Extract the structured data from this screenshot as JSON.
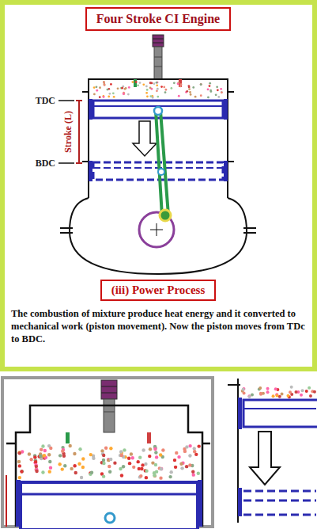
{
  "diagram": {
    "title": "Four Stroke CI Engine",
    "caption": "The combustion of mixture produce heat energy and it converted to mechanical work (piston movement). Now the piston moves from TDc to BDC.",
    "nodes": [
      {
        "text": [
          "(iii) Power Process"
        ]
      }
    ],
    "labels": [
      "TDC",
      "BDC",
      "Stroke (L)"
    ]
  }
}
